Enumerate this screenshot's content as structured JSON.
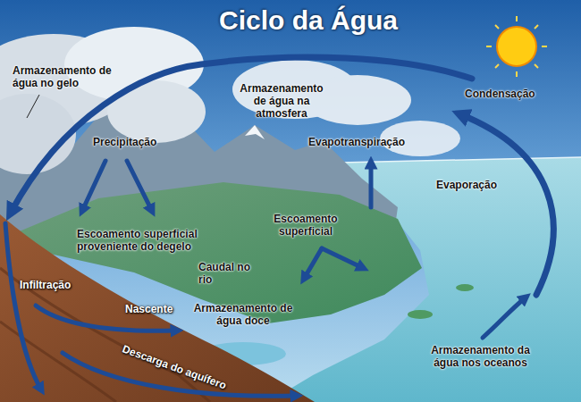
{
  "diagram": {
    "title": "Ciclo da Água",
    "labels": [
      "Armazenamento de água no gelo",
      "Armazenamento de água na atmosfera",
      "Condensação",
      "Precipitação",
      "Evapotranspiração",
      "Evaporação",
      "Escoamento superficial proveniente do degelo",
      "Escoamento superficial",
      "Caudal no rio",
      "Infiltração",
      "Nascente",
      "Armazenamento de água doce",
      "Armazenamento da água nos oceanos",
      "Descarga do aquífero"
    ]
  }
}
